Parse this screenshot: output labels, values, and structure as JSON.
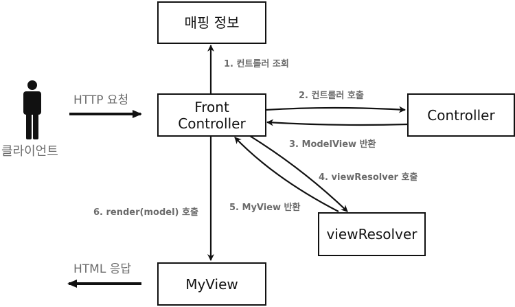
{
  "nodes": {
    "mapping_info": "매핑 정보",
    "front_controller_line1": "Front",
    "front_controller_line2": "Controller",
    "controller": "Controller",
    "view_resolver": "viewResolver",
    "my_view": "MyView",
    "client": "클라이언트"
  },
  "edges": {
    "http_request": "HTTP 요청",
    "html_response": "HTML 응답",
    "step1": "1. 컨트롤러 조회",
    "step2": "2. 컨트롤러 호출",
    "step3": "3. ModelView 반환",
    "step4": "4. viewResolver 호출",
    "step5": "5. MyView 반환",
    "step6": "6. render(model) 호출"
  },
  "colors": {
    "stroke": "#111111",
    "label": "#6b6b6b",
    "background": "#ffffff"
  }
}
